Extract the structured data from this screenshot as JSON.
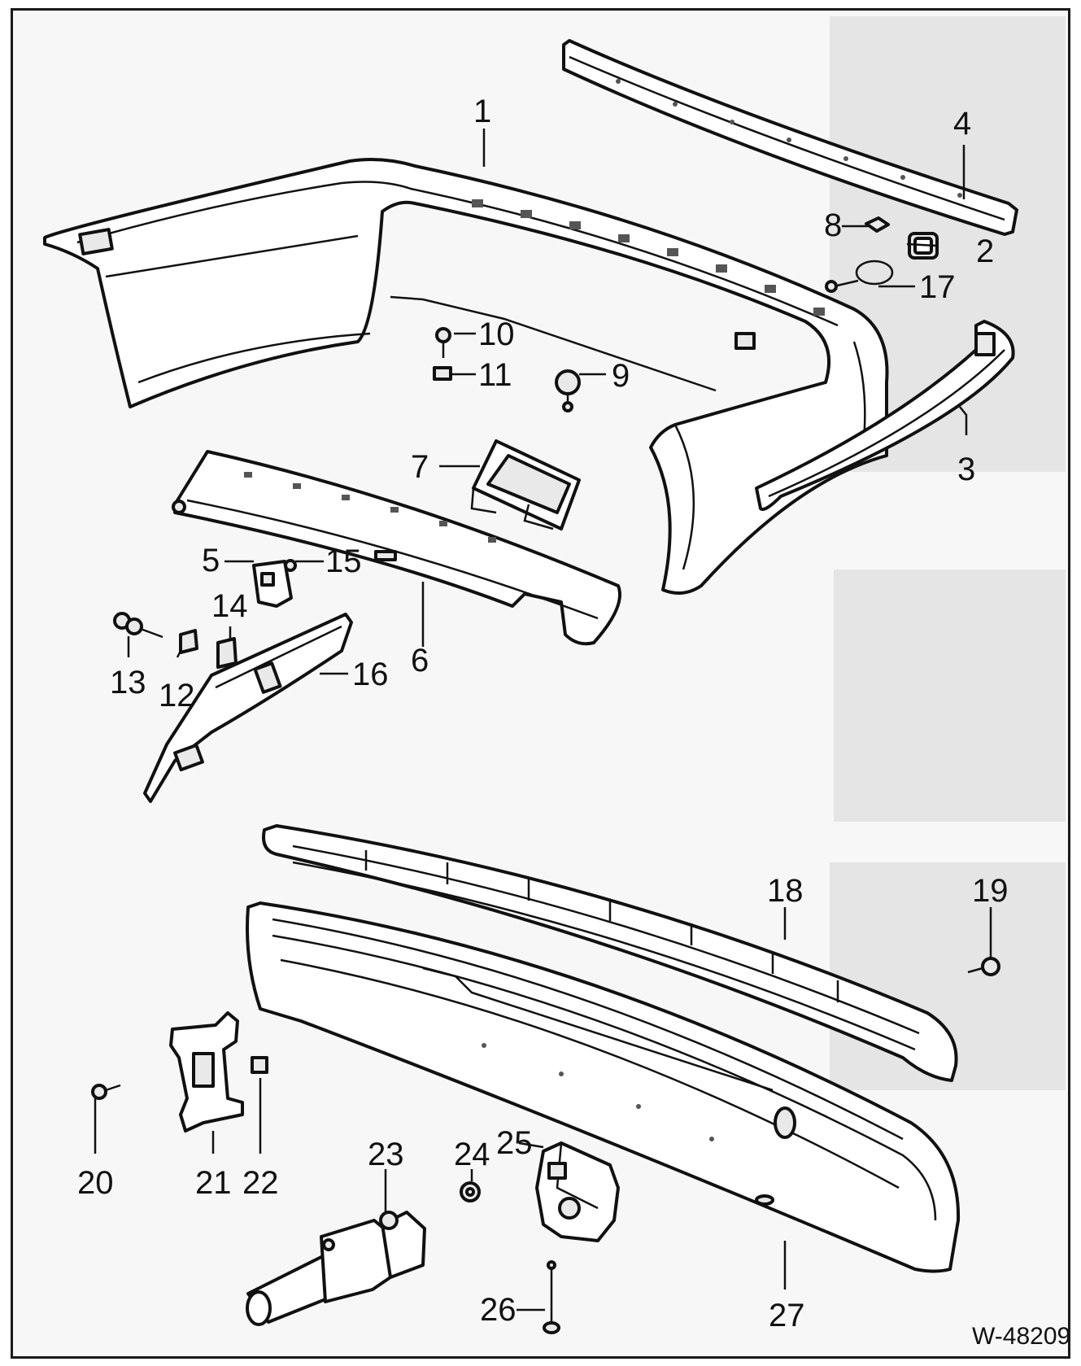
{
  "drawing": {
    "reference": "W-48209",
    "callouts": [
      {
        "id": "1",
        "label": "1"
      },
      {
        "id": "2",
        "label": "2"
      },
      {
        "id": "3",
        "label": "3"
      },
      {
        "id": "4",
        "label": "4"
      },
      {
        "id": "5",
        "label": "5"
      },
      {
        "id": "6",
        "label": "6"
      },
      {
        "id": "7",
        "label": "7"
      },
      {
        "id": "8",
        "label": "8"
      },
      {
        "id": "9",
        "label": "9"
      },
      {
        "id": "10",
        "label": "10"
      },
      {
        "id": "11",
        "label": "11"
      },
      {
        "id": "12",
        "label": "12"
      },
      {
        "id": "13",
        "label": "13"
      },
      {
        "id": "14",
        "label": "14"
      },
      {
        "id": "15",
        "label": "15"
      },
      {
        "id": "16",
        "label": "16"
      },
      {
        "id": "17",
        "label": "17"
      },
      {
        "id": "18",
        "label": "18"
      },
      {
        "id": "19",
        "label": "19"
      },
      {
        "id": "20",
        "label": "20"
      },
      {
        "id": "21",
        "label": "21"
      },
      {
        "id": "22",
        "label": "22"
      },
      {
        "id": "23",
        "label": "23"
      },
      {
        "id": "24",
        "label": "24"
      },
      {
        "id": "25",
        "label": "25"
      },
      {
        "id": "26",
        "label": "26"
      },
      {
        "id": "27",
        "label": "27"
      }
    ]
  }
}
